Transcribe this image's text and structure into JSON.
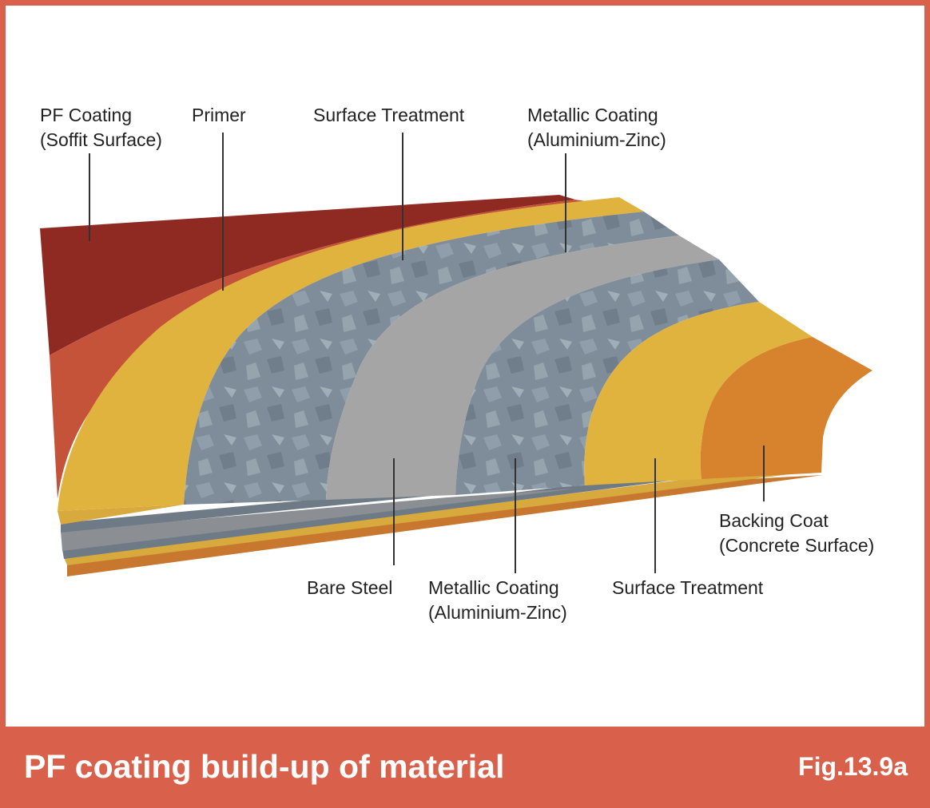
{
  "colors": {
    "accent": "#d9604a",
    "pf_coating": "#8e2a22",
    "primer": "#c4533a",
    "surface_treatment": "#e0b33e",
    "metallic_coating": "#7d8c98",
    "bare_steel": "#a3a3a3",
    "backing_coat": "#d7832e"
  },
  "labels": {
    "pf_coating": "PF Coating\n(Soffit Surface)",
    "primer": "Primer",
    "surface_treatment_top": "Surface Treatment",
    "metallic_coating_top": "Metallic Coating\n(Aluminium-Zinc)",
    "bare_steel": "Bare Steel",
    "metallic_coating_bottom": "Metallic Coating\n(Aluminium-Zinc)",
    "surface_treatment_bottom": "Surface Treatment",
    "backing_coat": "Backing Coat\n(Concrete Surface)"
  },
  "caption": {
    "title": "PF coating build-up of material",
    "figure": "Fig.13.9a"
  }
}
